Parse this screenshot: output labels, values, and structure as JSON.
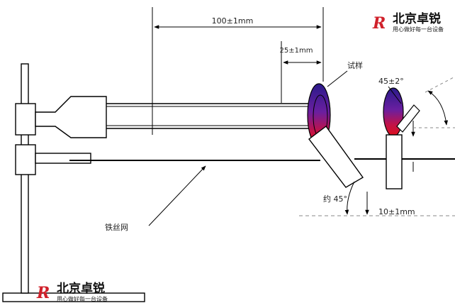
{
  "brand": {
    "mark": "R",
    "name": "北京卓锐",
    "tagline": "用心做好每一台设备"
  },
  "labels": {
    "length_main": "100±1mm",
    "length_secondary": "25±1mm",
    "specimen": "试样",
    "angle_tolerance": "45±2°",
    "angle_approx": "约 45°",
    "height_offset": "10±1mm",
    "wire_gauze": "铁丝网"
  },
  "colors": {
    "flame_top": "#2a1a8a",
    "flame_mid": "#6a1fa0",
    "flame_bottom": "#e0101a",
    "brand_red": "#d0202a",
    "line": "#000000",
    "dashed": "#888888"
  }
}
